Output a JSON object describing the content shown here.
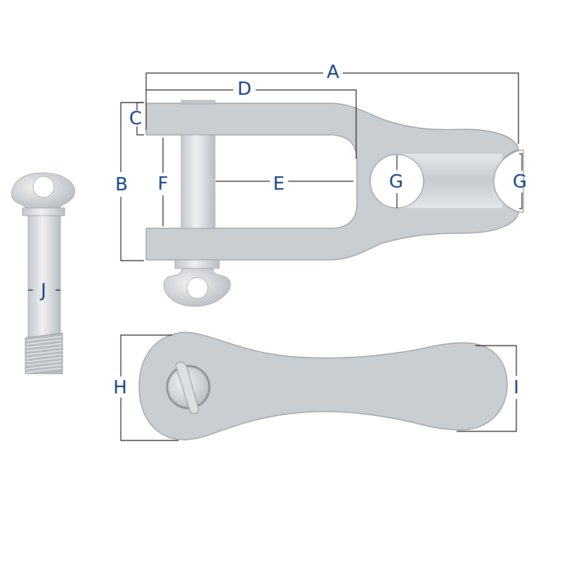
{
  "diagram": {
    "title": "Shackle / chain connecting link dimensional drawing",
    "labels": {
      "A": "A",
      "B": "B",
      "C": "C",
      "D": "D",
      "E": "E",
      "F": "F",
      "G1": "G",
      "G2": "G",
      "H": "H",
      "I": "I",
      "J": "J"
    },
    "colors": {
      "label": "#0d3f7f",
      "part_fill": "#c9ced3",
      "part_stroke": "#8f969c",
      "dimension_line": "#1a1a1a",
      "background": "#ffffff"
    },
    "views": [
      "side-view-shackle",
      "pin-bolt",
      "top-view-link"
    ]
  }
}
